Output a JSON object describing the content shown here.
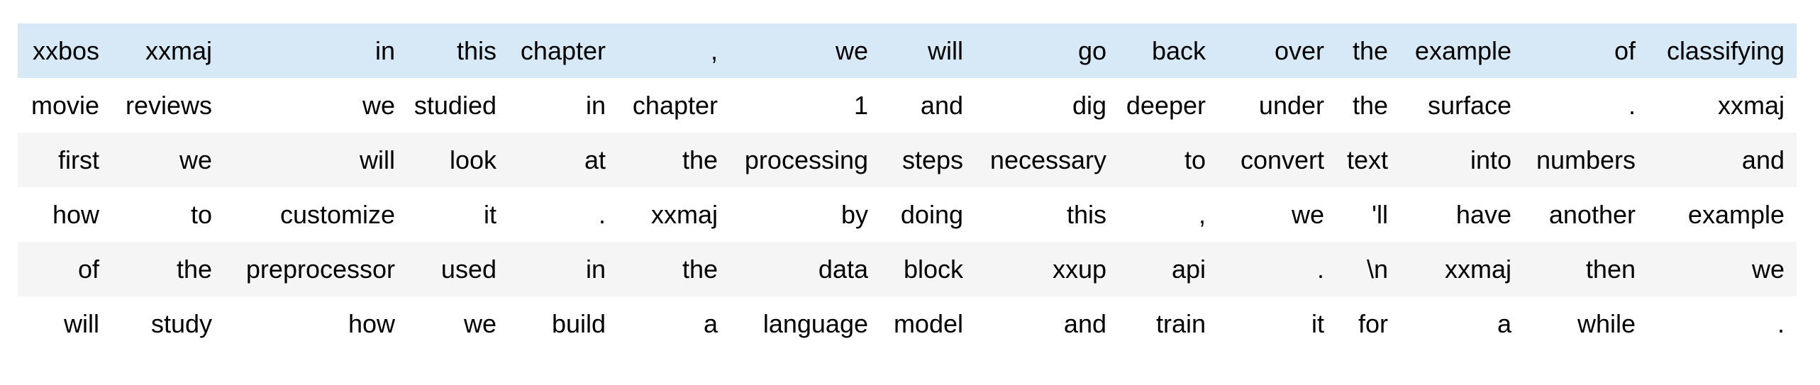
{
  "colors": {
    "highlight_row": "#d7e8f7",
    "stripe_row": "#f5f5f5",
    "plain_row": "#ffffff",
    "text": "#000000",
    "page_background": "#ffffff"
  },
  "table": {
    "kind": "tokenized-text-output",
    "num_rows": 6,
    "num_cols": 15,
    "rows": [
      {
        "highlight": true,
        "tokens": [
          "xxbos",
          "xxmaj",
          "in",
          "this",
          "chapter",
          ",",
          "we",
          "will",
          "go",
          "back",
          "over",
          "the",
          "example",
          "of",
          "classifying"
        ]
      },
      {
        "highlight": false,
        "tokens": [
          "movie",
          "reviews",
          "we",
          "studied",
          "in",
          "chapter",
          "1",
          "and",
          "dig",
          "deeper",
          "under",
          "the",
          "surface",
          ".",
          "xxmaj"
        ]
      },
      {
        "highlight": false,
        "tokens": [
          "first",
          "we",
          "will",
          "look",
          "at",
          "the",
          "processing",
          "steps",
          "necessary",
          "to",
          "convert",
          "text",
          "into",
          "numbers",
          "and"
        ]
      },
      {
        "highlight": false,
        "tokens": [
          "how",
          "to",
          "customize",
          "it",
          ".",
          "xxmaj",
          "by",
          "doing",
          "this",
          ",",
          "we",
          "'ll",
          "have",
          "another",
          "example"
        ]
      },
      {
        "highlight": false,
        "tokens": [
          "of",
          "the",
          "preprocessor",
          "used",
          "in",
          "the",
          "data",
          "block",
          "xxup",
          "api",
          ".",
          "\\n",
          "xxmaj",
          "then",
          "we"
        ]
      },
      {
        "highlight": false,
        "tokens": [
          "will",
          "study",
          "how",
          "we",
          "build",
          "a",
          "language",
          "model",
          "and",
          "train",
          "it",
          "for",
          "a",
          "while",
          "."
        ]
      }
    ]
  }
}
